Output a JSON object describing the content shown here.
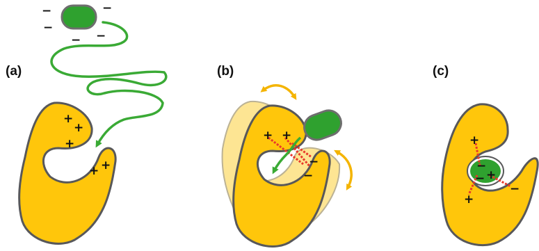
{
  "panels": [
    {
      "id": "a",
      "label": "(a)"
    },
    {
      "id": "b",
      "label": "(b)"
    },
    {
      "id": "c",
      "label": "(c)"
    }
  ],
  "charge_symbols": {
    "positive": "+",
    "negative": "−"
  },
  "colors": {
    "receptor_fill": "#FFC60B",
    "receptor_shadow": "#FDE48E",
    "receptor_outline": "#58585A",
    "ligand_fill": "#2FA12F",
    "ligand_outline": "#6E6E6E",
    "path_arrow": "#3AAA35",
    "motion_arrow": "#F4B400",
    "interaction_line": "#E8382B"
  }
}
